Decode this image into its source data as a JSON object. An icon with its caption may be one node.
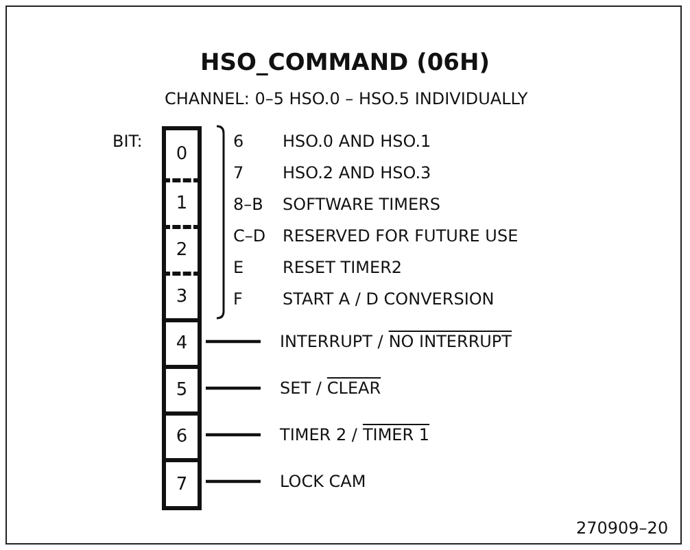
{
  "diagram": {
    "title": "HSO_COMMAND (06H)",
    "nodes": [
      {
        "text": [
          "0"
        ]
      },
      {
        "text": [
          "1"
        ]
      },
      {
        "text": [
          "2"
        ]
      },
      {
        "text": [
          "3"
        ]
      },
      {
        "text": [
          "4"
        ]
      },
      {
        "text": [
          "5"
        ]
      },
      {
        "text": [
          "6"
        ]
      },
      {
        "text": [
          "7"
        ]
      },
      {
        "text": [
          "INTERRUPT /",
          "NO INTERRUPT"
        ]
      },
      {
        "text": [
          "SET /",
          "CLEAR"
        ]
      },
      {
        "text": [
          "TIMER 2 /",
          "TIMER 1"
        ]
      },
      {
        "text": [
          "LOCK CAM"
        ]
      }
    ],
    "edges": [
      {
        "from": 4,
        "to": 8,
        "arrow": "none"
      },
      {
        "from": 5,
        "to": 9,
        "arrow": "none"
      },
      {
        "from": 6,
        "to": 10,
        "arrow": "none"
      },
      {
        "from": 7,
        "to": 11,
        "arrow": "none"
      }
    ],
    "labels": [
      "CHANNEL: 0–5 HSO.0 – HSO.5 INDIVIDUALLY",
      "BIT:",
      "6",
      "HSO.0 AND HSO.1",
      "7",
      "HSO.2 AND HSO.3",
      "8–B",
      "SOFTWARE TIMERS",
      "C–D",
      "RESERVED FOR FUTURE USE",
      "E",
      "RESET TIMER2",
      "F",
      "START A / D CONVERSION",
      "270909–20"
    ]
  }
}
